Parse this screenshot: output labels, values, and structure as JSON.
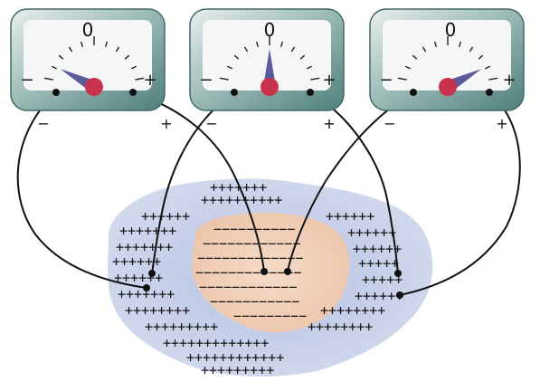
{
  "meters": [
    {
      "zero": "0",
      "minus": "−",
      "plus": "+",
      "deflection": "negative"
    },
    {
      "zero": "0",
      "minus": "−",
      "plus": "+",
      "deflection": "zero"
    },
    {
      "zero": "0",
      "minus": "−",
      "plus": "+",
      "deflection": "positive"
    }
  ],
  "wire_labels": {
    "minus": "−",
    "plus": "+"
  },
  "charges": {
    "positive": "+",
    "negative": "−"
  },
  "colors": {
    "meter_body": "#7fa8a4",
    "dial_face": "#f4f7f6",
    "needle_blue": "#5b5b9c",
    "pivot_red": "#c8324a",
    "outer_region": "#c9d1e8",
    "inner_region": "#f2d2bb",
    "wire": "#111111"
  }
}
